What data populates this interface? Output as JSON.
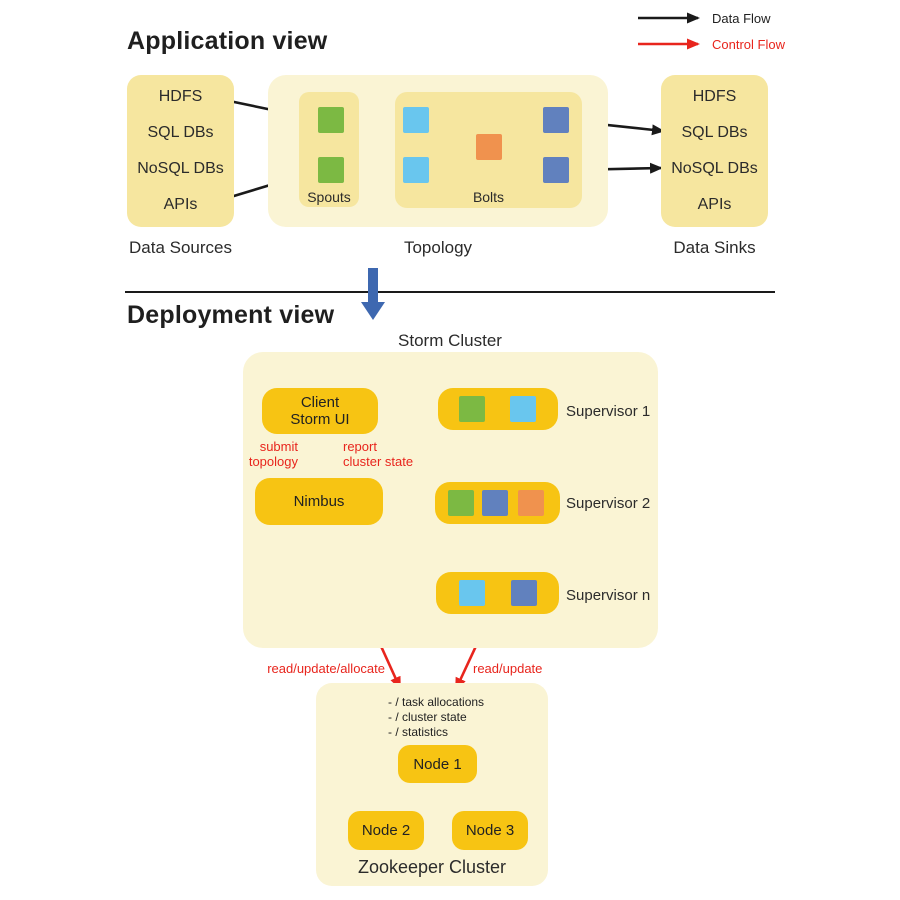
{
  "legend": {
    "data_flow_label": "Data Flow",
    "control_flow_label": "Control Flow"
  },
  "application_view": {
    "title": "Application view",
    "data_sources": {
      "caption": "Data Sources",
      "items": [
        "HDFS",
        "SQL DBs",
        "NoSQL DBs",
        "APIs"
      ]
    },
    "topology": {
      "caption": "Topology",
      "spouts_label": "Spouts",
      "bolts_label": "Bolts"
    },
    "data_sinks": {
      "caption": "Data Sinks",
      "items": [
        "HDFS",
        "SQL DBs",
        "NoSQL DBs",
        "APIs"
      ]
    }
  },
  "deployment_view": {
    "title": "Deployment view",
    "storm_cluster": {
      "caption": "Storm Cluster",
      "client_label": "Client\nStorm UI",
      "nimbus_label": "Nimbus",
      "submit_label": "submit\ntopology",
      "report_label": "report\ncluster state",
      "supervisors": [
        "Supervisor 1",
        "Supervisor 2",
        "Supervisor n"
      ]
    },
    "control_labels": {
      "nimbus_zookeeper": "read/update/allocate",
      "supervisor_zookeeper": "read/update"
    },
    "zookeeper_cluster": {
      "caption": "Zookeeper Cluster",
      "znodes": [
        "- / task allocations",
        "- / cluster state",
        "- / statistics"
      ],
      "nodes": [
        "Node 1",
        "Node 2",
        "Node 3"
      ]
    }
  },
  "colors": {
    "gold": "#F7C413",
    "pale_yellow": "#FAF4D4",
    "medium_yellow": "#F6E69F",
    "spout_green": "#7CB943",
    "bolt_cyan": "#69C6EE",
    "bolt_blue": "#6181BE",
    "bolt_orange": "#F0924E",
    "control_flow_red": "#E8251D",
    "data_flow_black": "#1A1A1A",
    "section_arrow_blue": "#3E68B0"
  }
}
